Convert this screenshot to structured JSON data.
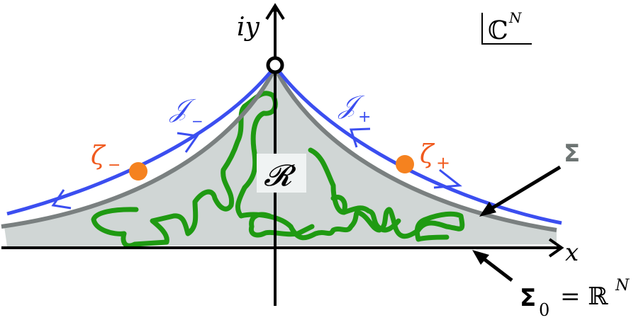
{
  "labels": {
    "y_axis": "iy",
    "x_axis": "x",
    "space": "ℂ",
    "space_sup": "N",
    "j_minus": "𝒥",
    "j_minus_sub": "−",
    "j_plus": "𝒥",
    "j_plus_sub": "+",
    "zeta_minus": "ζ",
    "zeta_minus_sub": "−",
    "zeta_plus": "ζ",
    "zeta_plus_sub": "+",
    "region": "𝓡",
    "sigma": "Σ",
    "sigma0": "Σ",
    "sigma0_sub": "0",
    "sigma0_eq": "= ℝ",
    "sigma0_sup": "N"
  },
  "colors": {
    "thimble": "#3b4ef0",
    "saddle": "#f5821f",
    "sigma": "#7a8080",
    "region_fill": "#d0d6d5",
    "path": "#1f9a12",
    "axis": "#000000"
  }
}
